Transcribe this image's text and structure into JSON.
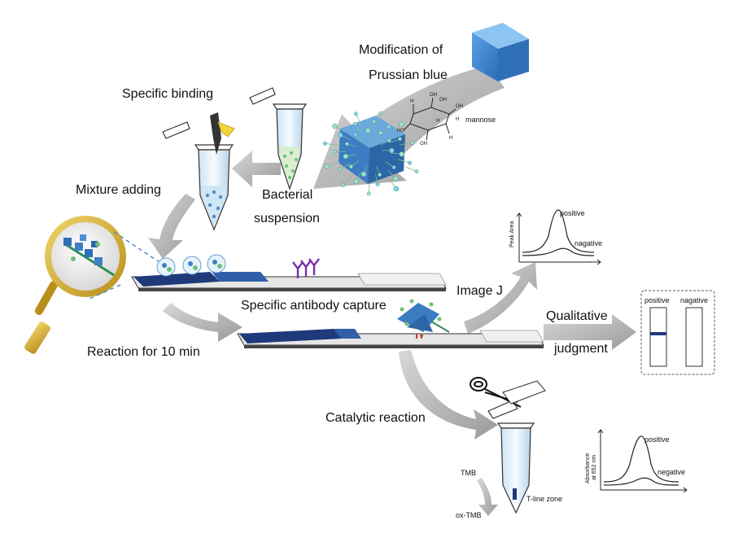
{
  "steps": {
    "modification": "Modification of",
    "prussian": "Prussian blue",
    "mannose": "mannose",
    "specific_binding": "Specific binding",
    "mixture_adding": "Mixture adding",
    "bacterial": "Bacterial",
    "suspension": "suspension",
    "antibody_capture": "Specific antibody capture",
    "reaction": "Reaction for 10 min",
    "image_j": "Image J",
    "qualitative": "Qualitative",
    "judgment": "judgment",
    "catalytic": "Catalytic reaction",
    "tmb": "TMB",
    "ox_tmb": "ox-TMB",
    "t_line_zone": "T-line zone"
  },
  "peak_plot": {
    "ylabel": "Peak Area",
    "positive": "positive",
    "negative": "nagative"
  },
  "strip_result": {
    "positive": "positive",
    "negative": "nagative"
  },
  "absorbance_plot": {
    "ylabel_line1": "Absorbance",
    "ylabel_line2": "at 652 nm",
    "positive": "positive",
    "negative": "negative"
  },
  "chem_labels": [
    "H",
    "HO",
    "OH",
    "OH",
    "OH",
    "H",
    "OH",
    "H",
    "H"
  ],
  "colors": {
    "prussian_blue": "#3f7fc4",
    "strip_pad_dark": "#1f3a7a",
    "strip_pad_blue": "#2f5fa8",
    "antibody": "#7a2fa8",
    "arrow_gray": "#a6a6a6",
    "bacteria_green": "#6fbf7a",
    "magnifier_gold": "#d4b12e"
  }
}
